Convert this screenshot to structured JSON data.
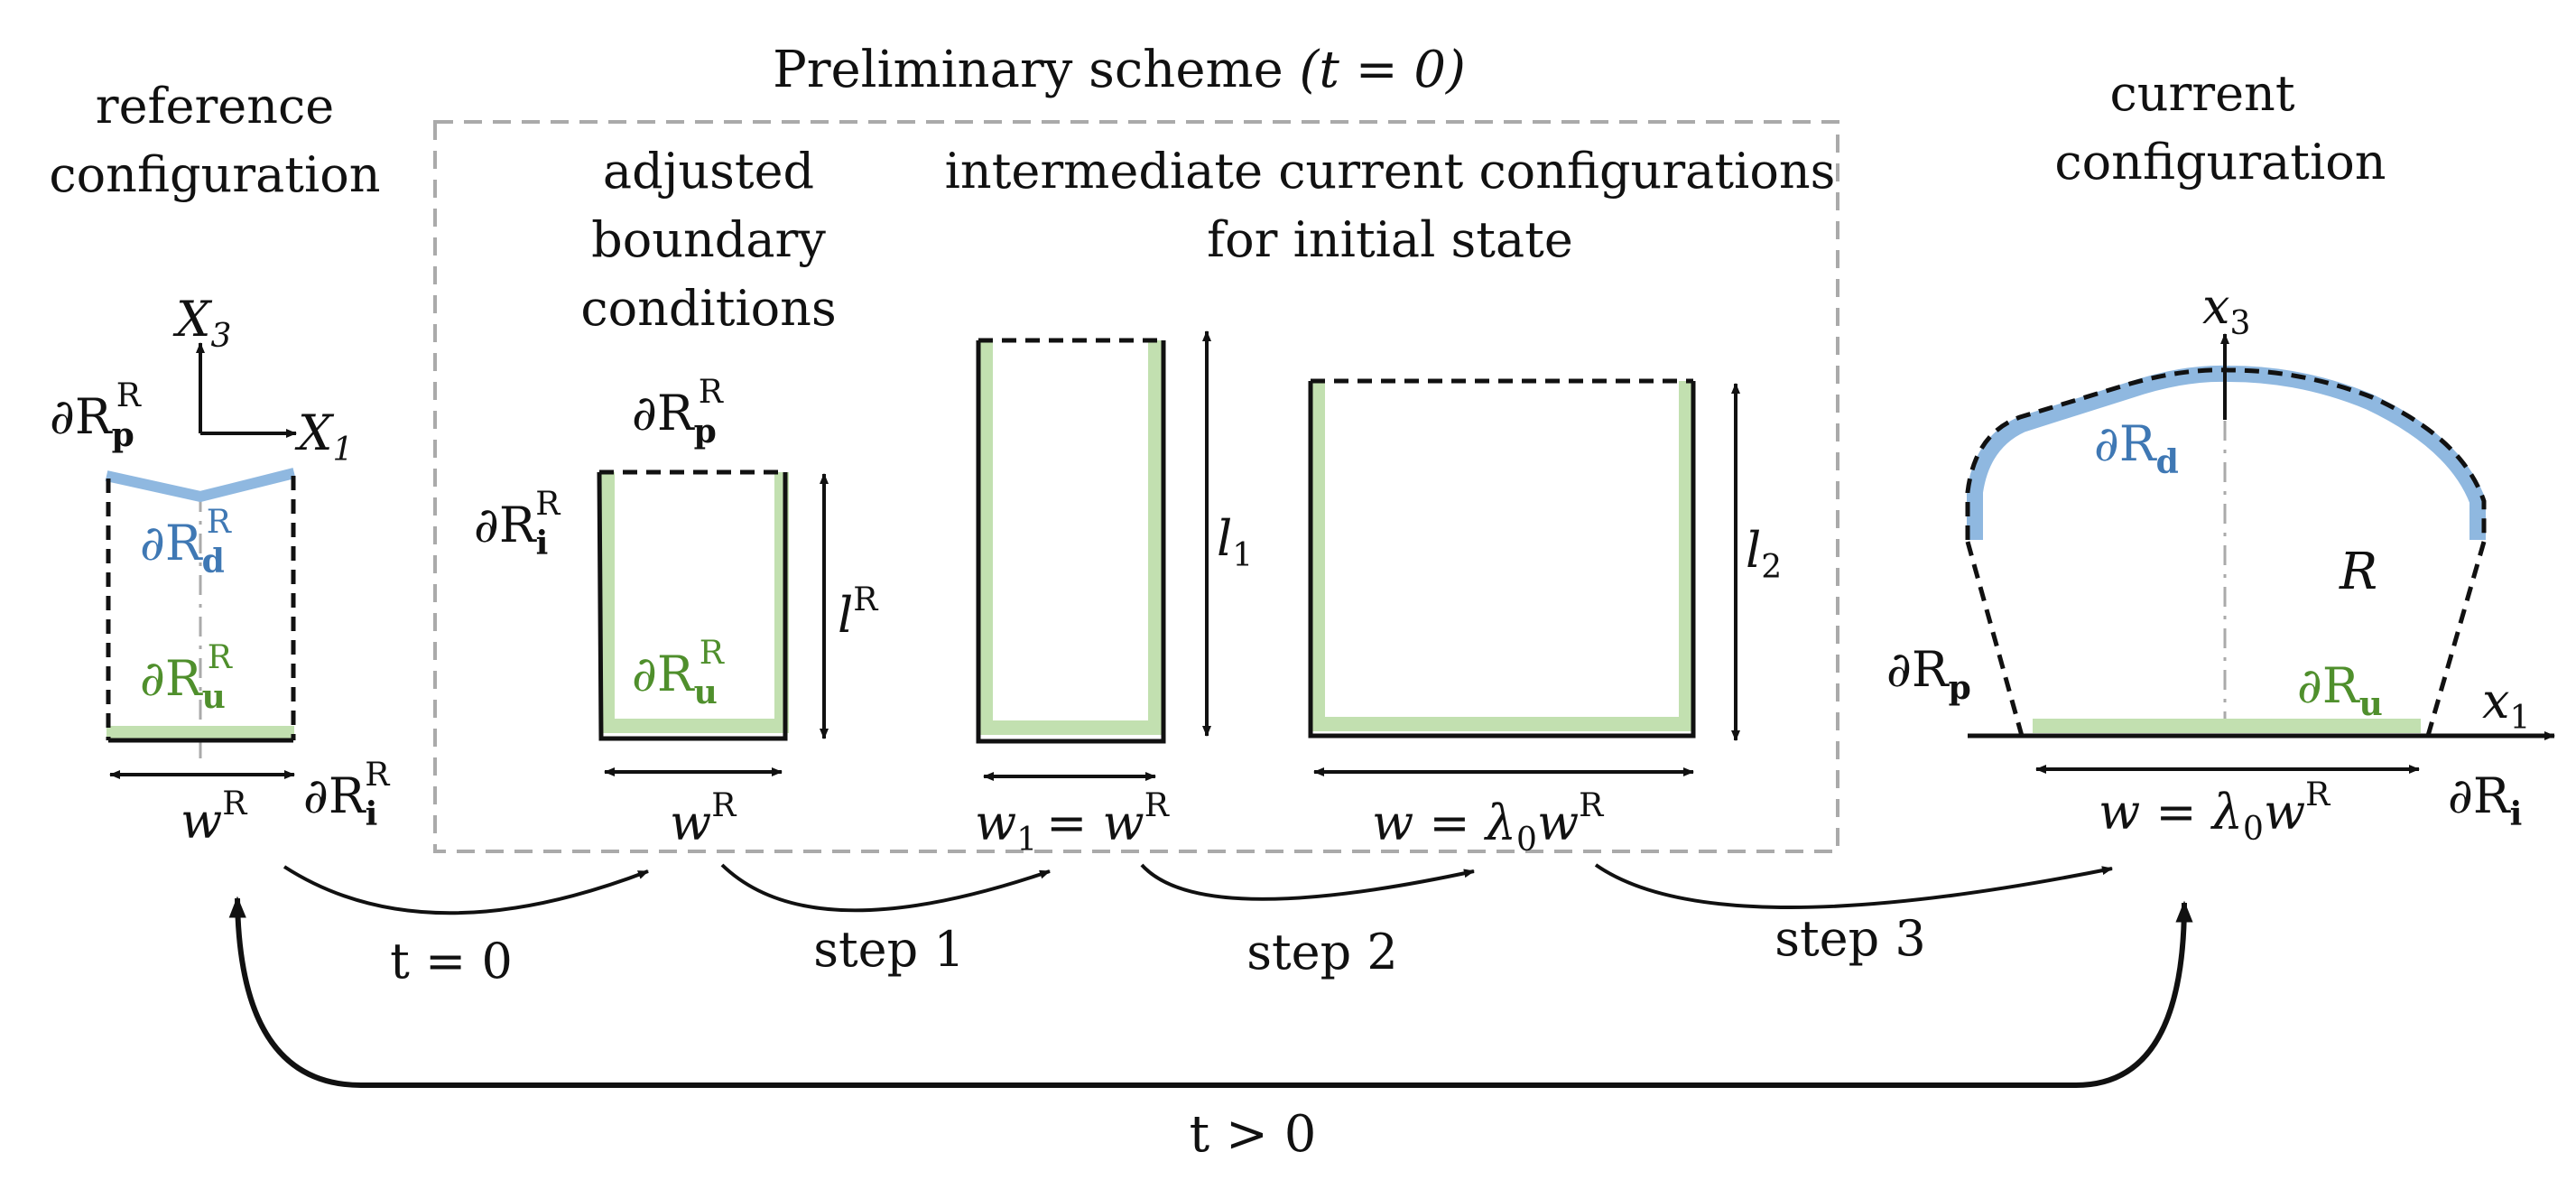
{
  "colors": {
    "blue": "#8fb8e0",
    "blue_text": "#3f78b4",
    "green": "#c2e0b0",
    "green_text": "#4f8f2c",
    "gray_dash": "#aaaaaa",
    "ink": "#111111"
  },
  "scheme": {
    "title_word": "Preliminary scheme",
    "title_cond": "(t = 0)",
    "adjusted_bc": [
      "adjusted",
      "boundary",
      "conditions"
    ],
    "intermediate": [
      "intermediate current configurations",
      "for initial state"
    ]
  },
  "reference": {
    "title": [
      "reference",
      "configuration"
    ],
    "axis_x3": "X",
    "axis_x3_sub": "3",
    "axis_x1": "X",
    "axis_x1_sub": "1",
    "bp": "∂R",
    "bp_sub": "p",
    "bp_sup": "R",
    "bd": "∂R",
    "bd_sub": "d",
    "bd_sup": "R",
    "bu": "∂R",
    "bu_sub": "u",
    "bu_sup": "R",
    "bi": "∂R",
    "bi_sub": "i",
    "bi_sup": "R",
    "width": "w",
    "width_sup": "R"
  },
  "adjusted": {
    "bp": "∂R",
    "bp_sub": "p",
    "bp_sup": "R",
    "bi": "∂R",
    "bi_sub": "i",
    "bi_sup": "R",
    "bu": "∂R",
    "bu_sub": "u",
    "bu_sup": "R",
    "length": "l",
    "length_sup": "R",
    "width": "w",
    "width_sup": "R"
  },
  "step1_config": {
    "length": "l",
    "length_sub": "1",
    "width_lhs": "w",
    "width_lhs_sub": "1",
    "width_eq": "= w",
    "width_sup": "R"
  },
  "step2_config": {
    "length": "l",
    "length_sub": "2",
    "width_lhs": "w = λ",
    "width_sub": "0",
    "width_rhs": "w",
    "width_sup": "R"
  },
  "current": {
    "title": [
      "current",
      "configuration"
    ],
    "axis_x3": "x",
    "axis_x3_sub": "3",
    "axis_x1": "x",
    "axis_x1_sub": "1",
    "bd": "∂R",
    "bd_sub": "d",
    "region": "R",
    "bp": "∂R",
    "bp_sub": "p",
    "bu": "∂R",
    "bu_sub": "u",
    "bi": "∂R",
    "bi_sub": "i",
    "width_lhs": "w = λ",
    "width_sub": "0",
    "width_rhs": "w",
    "width_sup": "R"
  },
  "arrows": {
    "t0": "t = 0",
    "step1": "step 1",
    "step2": "step 2",
    "step3": "step 3",
    "tgt0": "t > 0"
  }
}
